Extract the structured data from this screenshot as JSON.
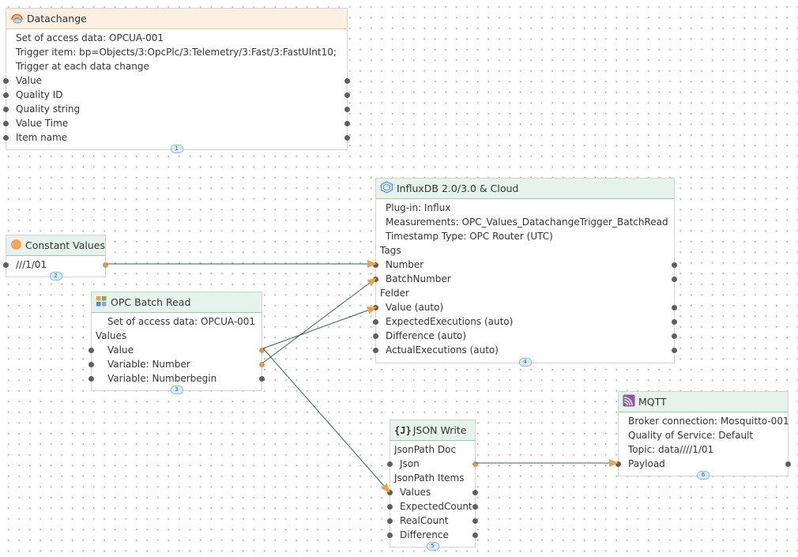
{
  "nodes": {
    "datachange": {
      "title": "Datachange",
      "badge": "1",
      "info": [
        "Set of access data: OPCUA-001",
        "Trigger item: bp=Objects/3:OpcPlc/3:Telemetry/3:Fast/3:FastUInt10;",
        "Trigger at each data change"
      ],
      "ports": [
        "Value",
        "Quality ID",
        "Quality string",
        "Value Time",
        "Item name"
      ]
    },
    "constant": {
      "title": "Constant Values",
      "badge": "2",
      "value": "///1/01"
    },
    "batchread": {
      "title": "OPC Batch Read",
      "badge": "3",
      "info": "Set of access data: OPCUA-001",
      "group": "Values",
      "ports": [
        "Value",
        "Variable: Number",
        "Variable: Numberbegin"
      ]
    },
    "influx": {
      "title": "InfluxDB 2.0/3.0 & Cloud",
      "badge": "4",
      "info": [
        "Plug-in: Influx",
        "Measurements: OPC_Values_DatachangeTrigger_BatchRead",
        "Timestamp Type: OPC Router (UTC)"
      ],
      "tags_label": "Tags",
      "tags": [
        "Number",
        "BatchNumber"
      ],
      "fields_label": "Felder",
      "fields": [
        "Value (auto)",
        "ExpectedExecutions (auto)",
        "Difference (auto)",
        "ActualExecutions (auto)"
      ]
    },
    "jsonwrite": {
      "title": "JSON Write",
      "badge": "5",
      "doc_label": "JsonPath Doc",
      "doc_port": "Json",
      "items_label": "JsonPath Items",
      "items": [
        "Values",
        "ExpectedCount",
        "RealCount",
        "Difference"
      ]
    },
    "mqtt": {
      "title": "MQTT",
      "badge": "6",
      "info": [
        "Broker connection: Mosquitto-001",
        "Quality of Service: Default",
        "Topic: data////1/01"
      ],
      "port": "Payload"
    }
  },
  "colors": {
    "trigger_header": "#fbf0e2",
    "node_header": "#e6f3ec",
    "wire": "#2e6b4f",
    "arrow": "#efa345",
    "port": "#5f5f5f"
  }
}
